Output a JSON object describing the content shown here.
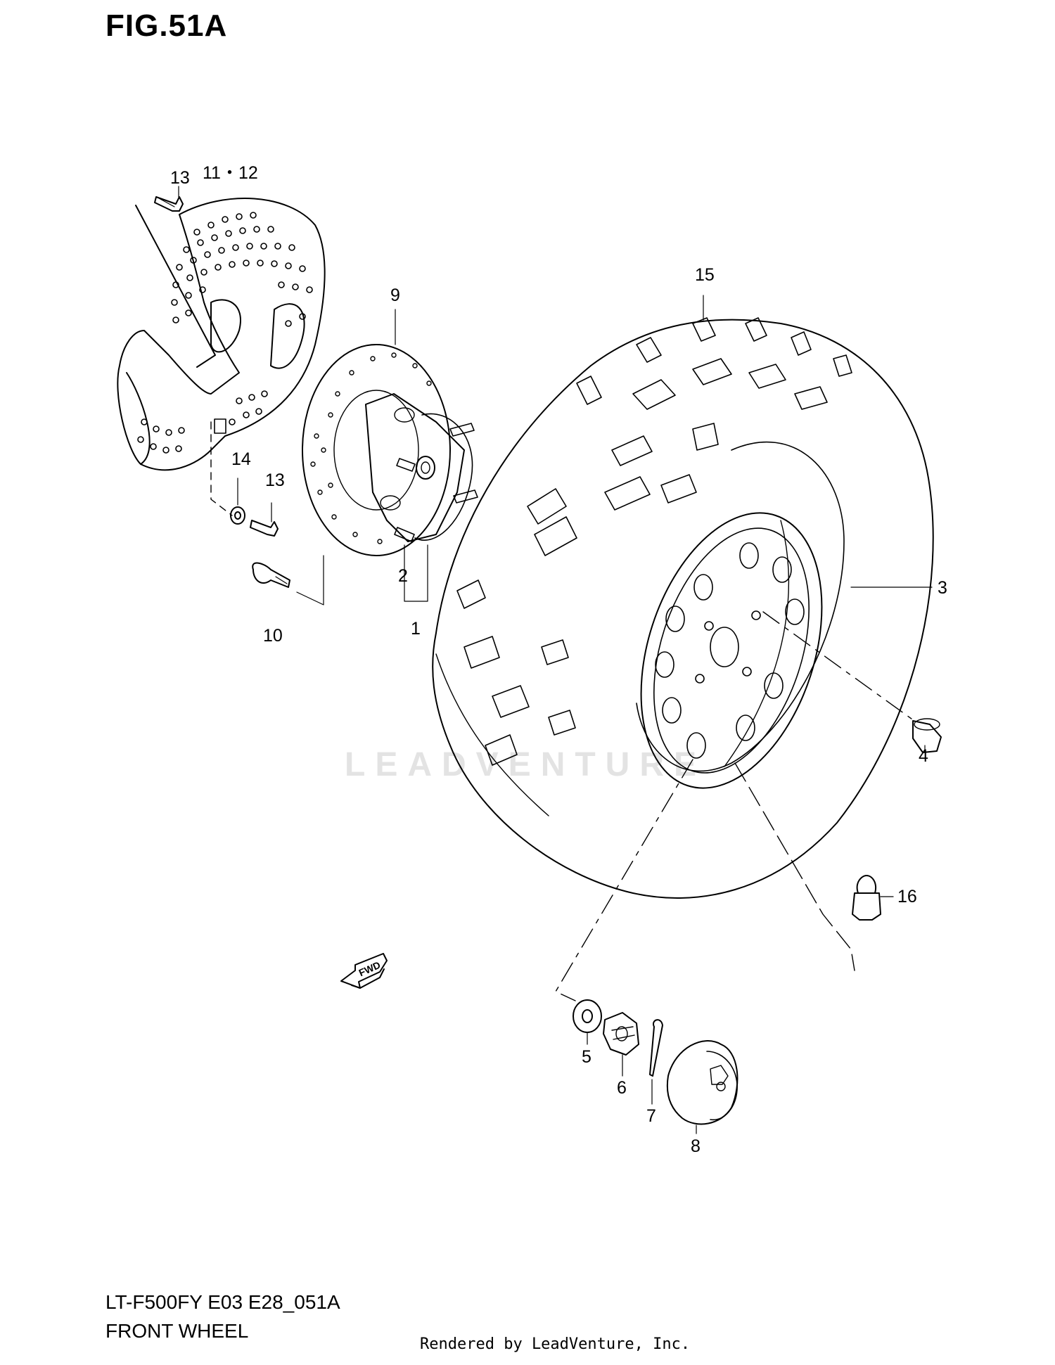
{
  "figure": {
    "title": "FIG.51A"
  },
  "watermark": "LEADVENTURE",
  "callouts": {
    "c1": "1",
    "c2": "2",
    "c3": "3",
    "c4": "4",
    "c5": "5",
    "c6": "6",
    "c7": "7",
    "c8": "8",
    "c9": "9",
    "c10": "10",
    "c11_12": "11・12",
    "c13a": "13",
    "c13b": "13",
    "c14": "14",
    "c15": "15",
    "c16": "16"
  },
  "fwd_label": "FWD",
  "footer": {
    "code": "LT-F500FY  E03  E28_051A",
    "title": "FRONT WHEEL",
    "rendered_by": "Rendered by LeadVenture, Inc."
  }
}
